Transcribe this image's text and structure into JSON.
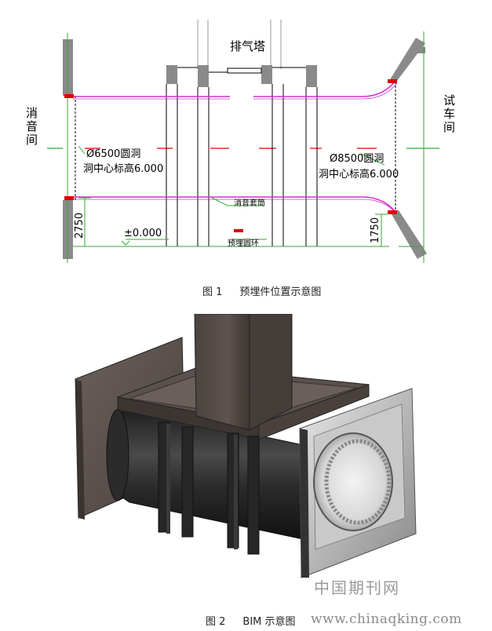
{
  "figure1": {
    "labels": {
      "exhaust_tower": "排气塔",
      "muffler_room": "消音间",
      "test_room": "试车间",
      "left_tunnel_dia": "Ø6500圆洞",
      "left_tunnel_elev": "洞中心标高6.000",
      "right_tunnel_dia": "Ø8500圆洞",
      "right_tunnel_elev": "洞中心标高6.000",
      "dim_left": "2750",
      "dim_right": "1750",
      "floor_level": "±0.000",
      "pipe_label": "消音套筒",
      "ring_label": "预埋圆环"
    },
    "caption_number": "图 1",
    "caption_text": "预埋件位置示意图"
  },
  "figure2": {
    "caption_number": "图 2",
    "caption_text": "BIM 示意图"
  },
  "watermark": {
    "line1": "中国期刊网",
    "line2": "www.chinaqking.com"
  },
  "colors": {
    "line": "#000000",
    "magenta": "#cc33cc",
    "red": "#dd0000",
    "green": "#33aa33",
    "wall_gray": "#8a8a8a",
    "concrete": "#5a4f4b",
    "steel_dark": "#2a2a2a"
  }
}
